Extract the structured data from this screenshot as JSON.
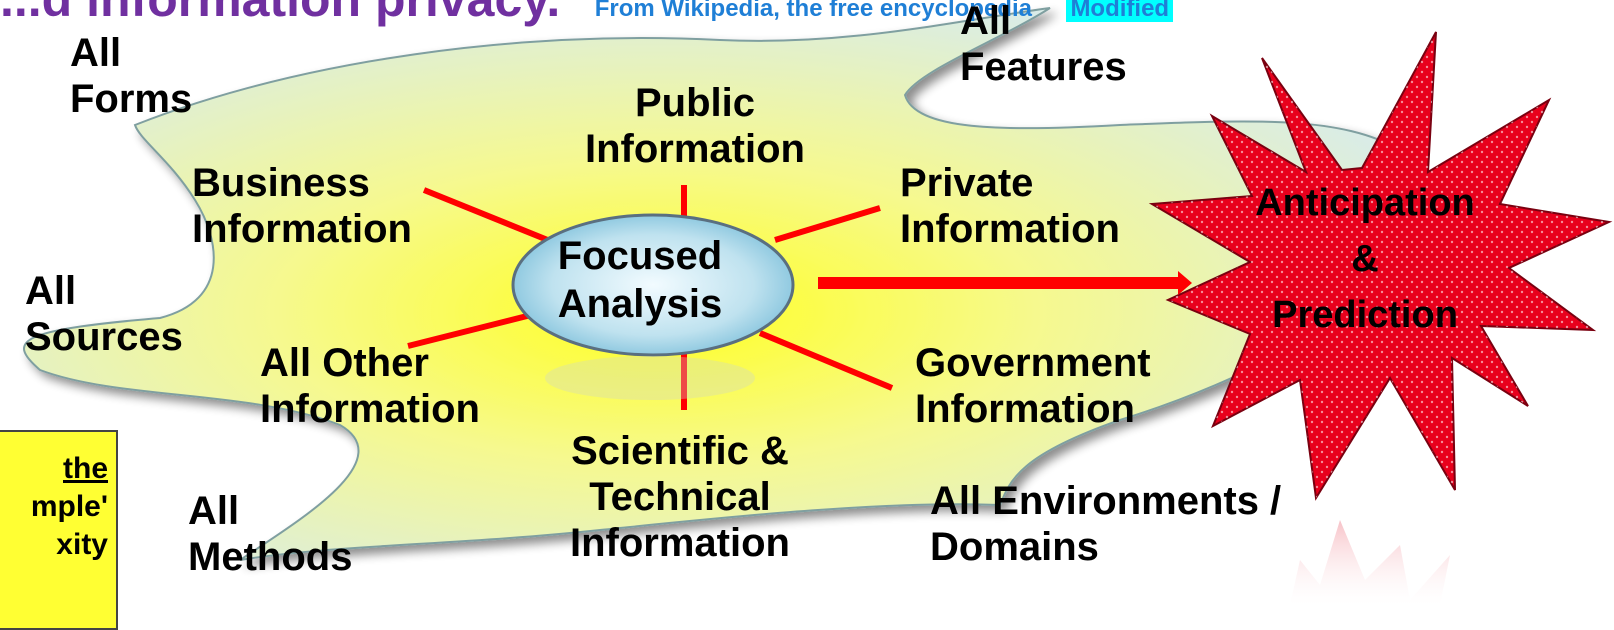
{
  "header": {
    "title": "...d information privacy.",
    "source": "From Wikipedia, the free encyclopedia",
    "badge": "Modified"
  },
  "center": {
    "label": "Focused\nAnalysis"
  },
  "outcome": {
    "line1": "Anticipation",
    "line2": "&",
    "line3": "Prediction"
  },
  "categories": {
    "public": "Public\nInformation",
    "business": "Business\nInformation",
    "private": "Private\nInformation",
    "other": "All Other\nInformation",
    "government": "Government\nInformation",
    "scientific": "Scientific &\nTechnical\nInformation"
  },
  "scope": {
    "forms": "All\nForms",
    "features": "All\nFeatures",
    "sources": "All\nSources",
    "methods": "All\nMethods",
    "environments": "All Environments /\nDomains"
  },
  "note": {
    "line1": "the",
    "line2": "mple'",
    "line3": "xity"
  },
  "colors": {
    "spoke": "#ff0000",
    "star": "#e8001c",
    "star_outline": "#7a0010",
    "blob_fill": "#f2f58a",
    "note_fill": "#ffff33",
    "title": "#7030a0"
  }
}
